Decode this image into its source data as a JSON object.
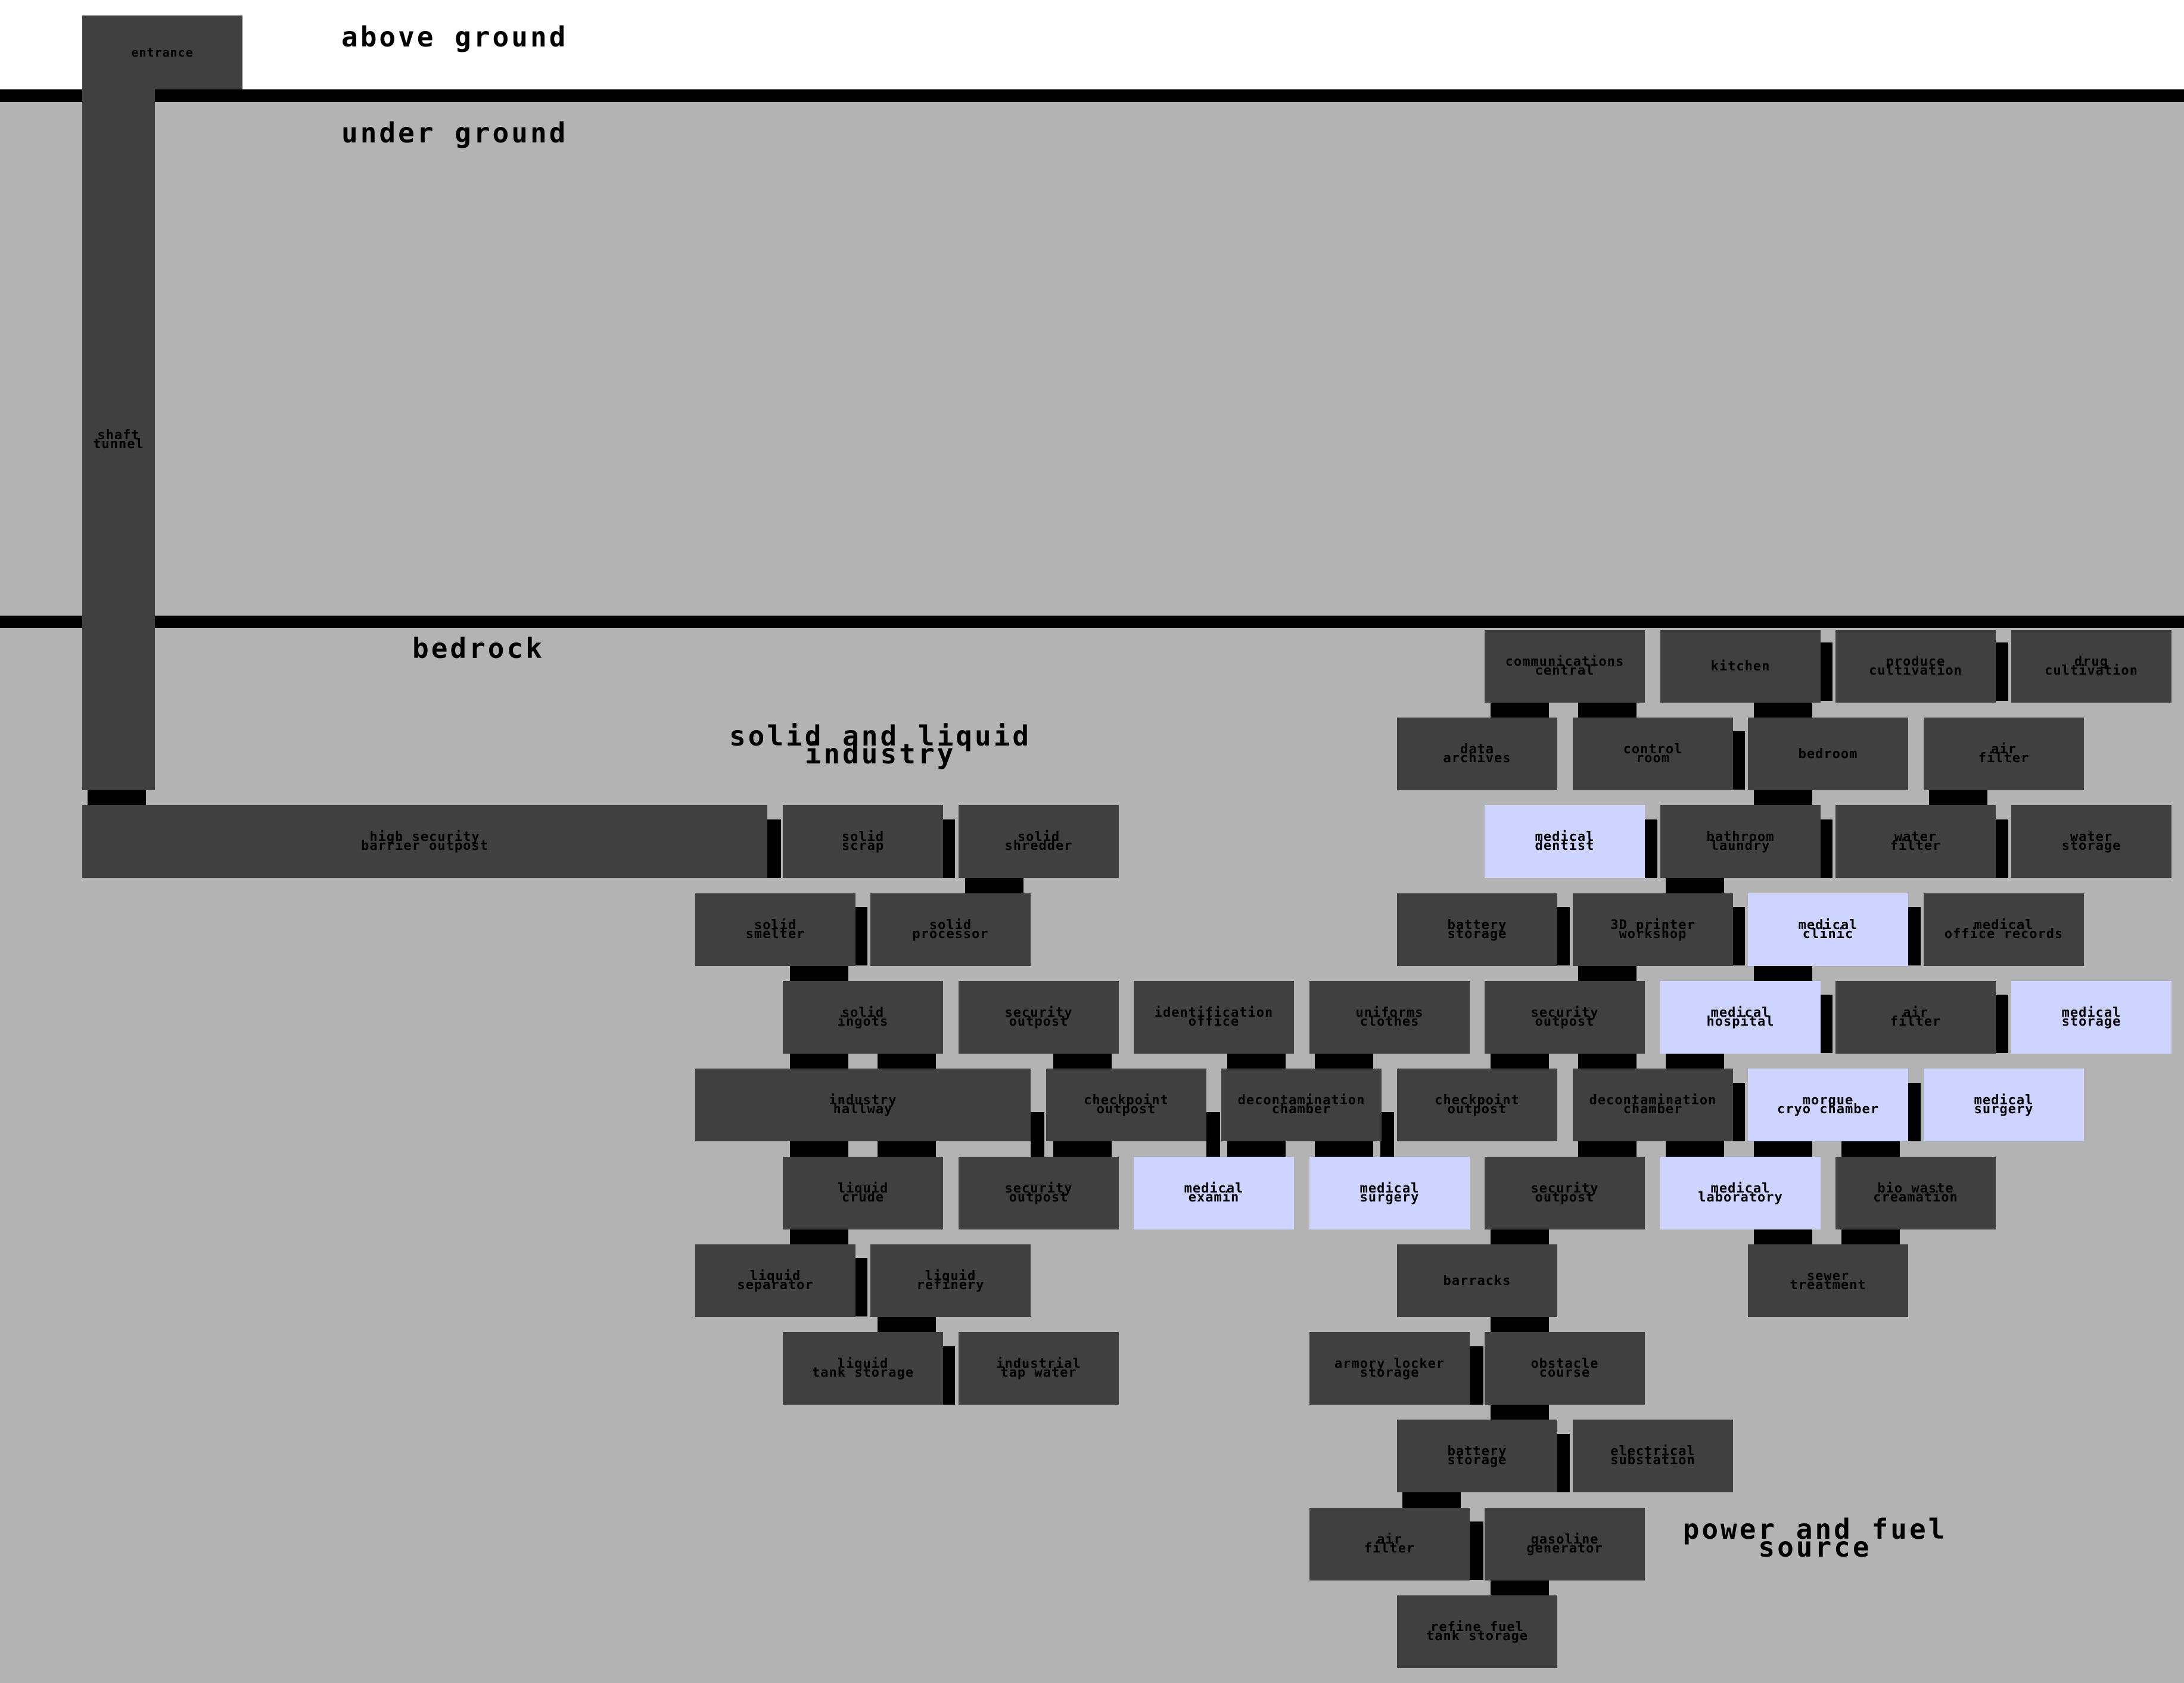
{
  "colors": {
    "above_ground": "#ffffff",
    "under_ground": "#b3b3b3",
    "divider": "#000000",
    "room": "#404040",
    "room_text": "#000000",
    "medical_room": "#ccd4ff",
    "connector": "#000000"
  },
  "layers": [
    "above ground",
    "under ground",
    "bedrock"
  ],
  "zone_labels": [
    "solid and liquid industry",
    "power and fuel source"
  ],
  "rooms": [
    {
      "name": "entrance",
      "type": "general"
    },
    {
      "name": "shaft tunnel",
      "type": "general"
    },
    {
      "name": "high security barrier outpost",
      "type": "general"
    },
    {
      "name": "solid scrap",
      "type": "general"
    },
    {
      "name": "solid shredder",
      "type": "general"
    },
    {
      "name": "solid smelter",
      "type": "general"
    },
    {
      "name": "solid processor",
      "type": "general"
    },
    {
      "name": "solid ingots",
      "type": "general"
    },
    {
      "name": "security outpost",
      "type": "general"
    },
    {
      "name": "identification office",
      "type": "general"
    },
    {
      "name": "uniforms clothes",
      "type": "general"
    },
    {
      "name": "security outpost",
      "type": "general"
    },
    {
      "name": "industry hallway",
      "type": "general"
    },
    {
      "name": "checkpoint outpost",
      "type": "general"
    },
    {
      "name": "decontamination chamber",
      "type": "general"
    },
    {
      "name": "checkpoint outpost",
      "type": "general"
    },
    {
      "name": "decontamination chamber",
      "type": "general"
    },
    {
      "name": "liquid crude",
      "type": "general"
    },
    {
      "name": "security outpost",
      "type": "general"
    },
    {
      "name": "medical examin",
      "type": "medical"
    },
    {
      "name": "medical surgery",
      "type": "medical"
    },
    {
      "name": "security outpost",
      "type": "general"
    },
    {
      "name": "medical laboratory",
      "type": "medical"
    },
    {
      "name": "bio waste creamation",
      "type": "general"
    },
    {
      "name": "liquid separator",
      "type": "general"
    },
    {
      "name": "liquid refinery",
      "type": "general"
    },
    {
      "name": "barracks",
      "type": "general"
    },
    {
      "name": "sewer treatment",
      "type": "general"
    },
    {
      "name": "liquid tank storage",
      "type": "general"
    },
    {
      "name": "industrial tap water",
      "type": "general"
    },
    {
      "name": "armory locker storage",
      "type": "general"
    },
    {
      "name": "obstacle course",
      "type": "general"
    },
    {
      "name": "battery storage",
      "type": "general"
    },
    {
      "name": "electrical substation",
      "type": "general"
    },
    {
      "name": "air filter",
      "type": "general"
    },
    {
      "name": "gasoline generator",
      "type": "general"
    },
    {
      "name": "refine fuel tank storage",
      "type": "general"
    },
    {
      "name": "communications central",
      "type": "general"
    },
    {
      "name": "kitchen",
      "type": "general"
    },
    {
      "name": "produce cultivation",
      "type": "general"
    },
    {
      "name": "drug cultivation",
      "type": "general"
    },
    {
      "name": "data archives",
      "type": "general"
    },
    {
      "name": "control room",
      "type": "general"
    },
    {
      "name": "bedroom",
      "type": "general"
    },
    {
      "name": "air filter",
      "type": "general"
    },
    {
      "name": "medical dentist",
      "type": "medical"
    },
    {
      "name": "bathroom laundry",
      "type": "general"
    },
    {
      "name": "water filter",
      "type": "general"
    },
    {
      "name": "water storage",
      "type": "general"
    },
    {
      "name": "battery storage",
      "type": "general"
    },
    {
      "name": "3D printer workshop",
      "type": "general"
    },
    {
      "name": "medical clinic",
      "type": "medical"
    },
    {
      "name": "medical office records",
      "type": "general"
    },
    {
      "name": "medical hospital",
      "type": "medical"
    },
    {
      "name": "air filter",
      "type": "general"
    },
    {
      "name": "medical storage",
      "type": "medical"
    },
    {
      "name": "morgue cryo chamber",
      "type": "medical"
    },
    {
      "name": "medical surgery",
      "type": "medical"
    }
  ]
}
